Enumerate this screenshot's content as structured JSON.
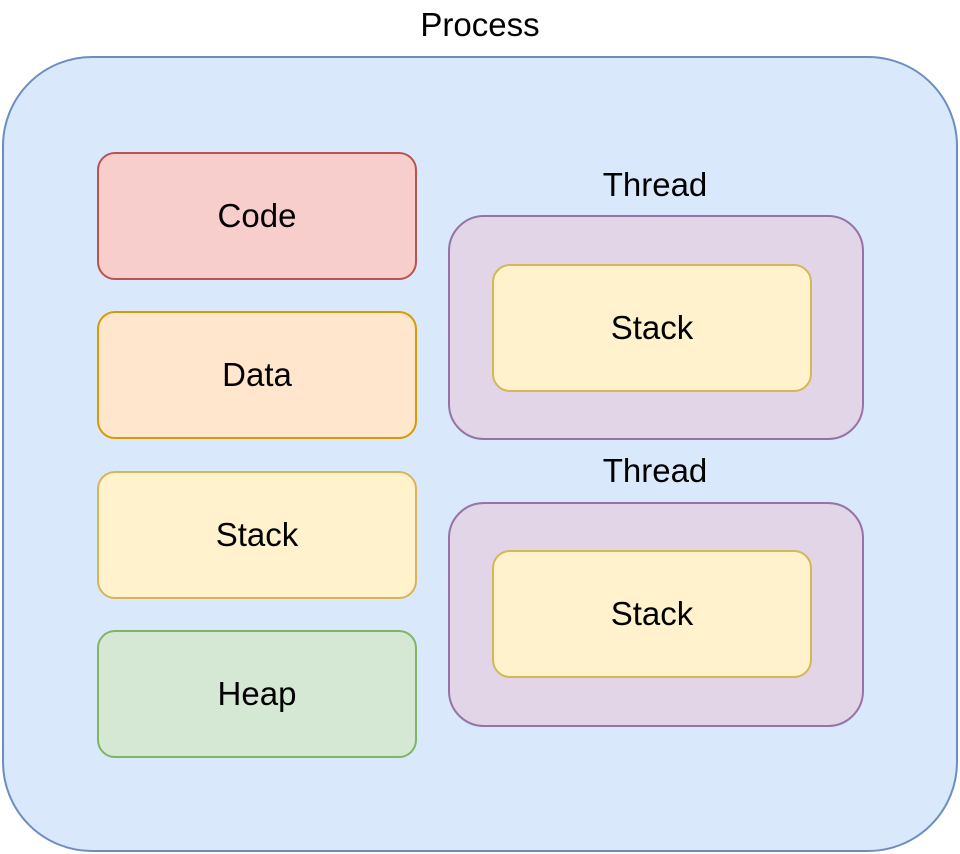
{
  "process": {
    "label": "Process",
    "fill": "#dae8fc",
    "stroke": "#6c8ebf"
  },
  "segments": [
    {
      "label": "Code",
      "fill": "#f8cecc",
      "stroke": "#b85450"
    },
    {
      "label": "Data",
      "fill": "#ffe6cc",
      "stroke": "#d79b00"
    },
    {
      "label": "Stack",
      "fill": "#fff2cc",
      "stroke": "#d6b656"
    },
    {
      "label": "Heap",
      "fill": "#d5e8d4",
      "stroke": "#82b366"
    }
  ],
  "threads": [
    {
      "label": "Thread",
      "stack_label": "Stack",
      "fill": "#e1d5e7",
      "stroke": "#9673a6"
    },
    {
      "label": "Thread",
      "stack_label": "Stack",
      "fill": "#e1d5e7",
      "stroke": "#9673a6"
    }
  ]
}
